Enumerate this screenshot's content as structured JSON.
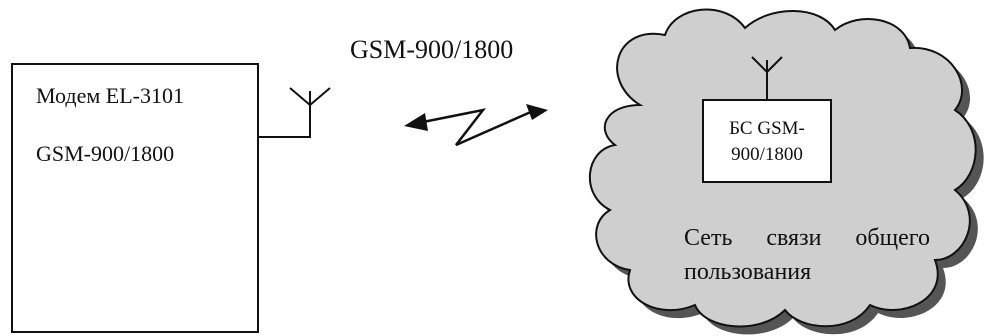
{
  "modem": {
    "line1": "Модем EL-3101",
    "line2": "GSM-900/1800"
  },
  "link": {
    "label": "GSM-900/1800"
  },
  "base_station": {
    "line1": "БС GSM-",
    "line2": "900/1800"
  },
  "network": {
    "line1": "Сеть связи общего",
    "line2": "пользования"
  },
  "colors": {
    "cloud_fill": "#cfcfcf",
    "cloud_shadow": "#555555",
    "stroke": "#111111",
    "box_fill": "#ffffff"
  }
}
